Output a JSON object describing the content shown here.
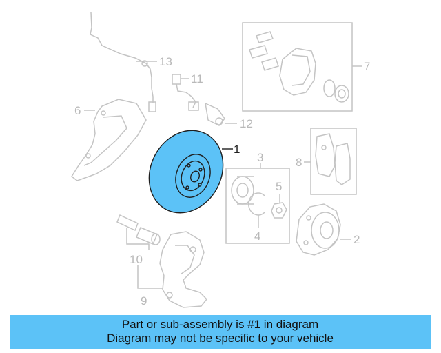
{
  "diagram": {
    "highlight_color": "#5cc2f7",
    "line_color": "#c4c4c4",
    "parts": [
      {
        "number": "1",
        "name": "brake rotor",
        "highlighted": true
      },
      {
        "number": "2",
        "name": "wheel hub"
      },
      {
        "number": "3",
        "name": "bearing kit"
      },
      {
        "number": "4",
        "name": "snap ring"
      },
      {
        "number": "5",
        "name": "hub nut"
      },
      {
        "number": "6",
        "name": "splash shield"
      },
      {
        "number": "7",
        "name": "caliper assembly"
      },
      {
        "number": "8",
        "name": "brake pads"
      },
      {
        "number": "9",
        "name": "caliper bracket"
      },
      {
        "number": "10",
        "name": "guide pin kit"
      },
      {
        "number": "11",
        "name": "brake hose"
      },
      {
        "number": "12",
        "name": "wear sensor"
      },
      {
        "number": "13",
        "name": "abs sensor"
      }
    ]
  },
  "banner": {
    "line1": "Part or sub-assembly is #1 in diagram",
    "line2": "Diagram may not be specific to your vehicle",
    "color": "#5cc2f7"
  }
}
